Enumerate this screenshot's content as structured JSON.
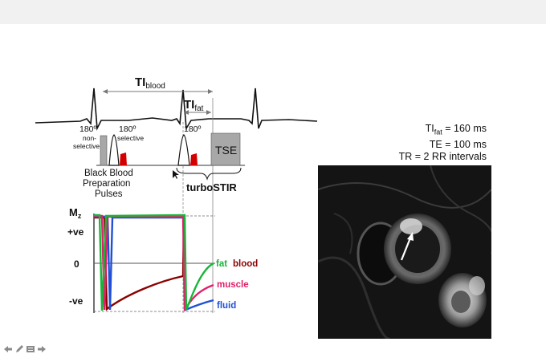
{
  "timing": {
    "ti_blood_main": "TI",
    "ti_blood_sub": "blood",
    "ti_fat_main": "TI",
    "ti_fat_sub": "fat"
  },
  "pulses": {
    "nonselective_deg": "180º",
    "nonselective_line1": "non-",
    "nonselective_line2": "selective",
    "selective_deg": "180º",
    "selective_label": "selective",
    "stir_deg": "180º",
    "tse_label": "TSE"
  },
  "labels": {
    "black_blood_1": "Black Blood",
    "black_blood_2": "Preparation",
    "black_blood_3": "Pulses",
    "turbostir": "turboSTIR"
  },
  "axis": {
    "m_main": "M",
    "m_sub": "z",
    "plus_ve": "+ve",
    "zero": "0",
    "minus_ve": "-ve"
  },
  "legend": {
    "fat": "fat",
    "blood": "blood",
    "muscle": "muscle",
    "fluid": "fluid"
  },
  "params": {
    "ti_fat_main": "TI",
    "ti_fat_sub": "fat",
    "ti_fat_value": " = 160 ms",
    "te": "TE = 100 ms",
    "tr": "TR = 2 RR intervals"
  },
  "colors": {
    "fat": "#19b53a",
    "blood": "#8b0000",
    "muscle": "#e0206a",
    "fluid": "#1f4fd6",
    "pulse_red": "#d40000",
    "tse_gray": "#a8a8a8"
  }
}
